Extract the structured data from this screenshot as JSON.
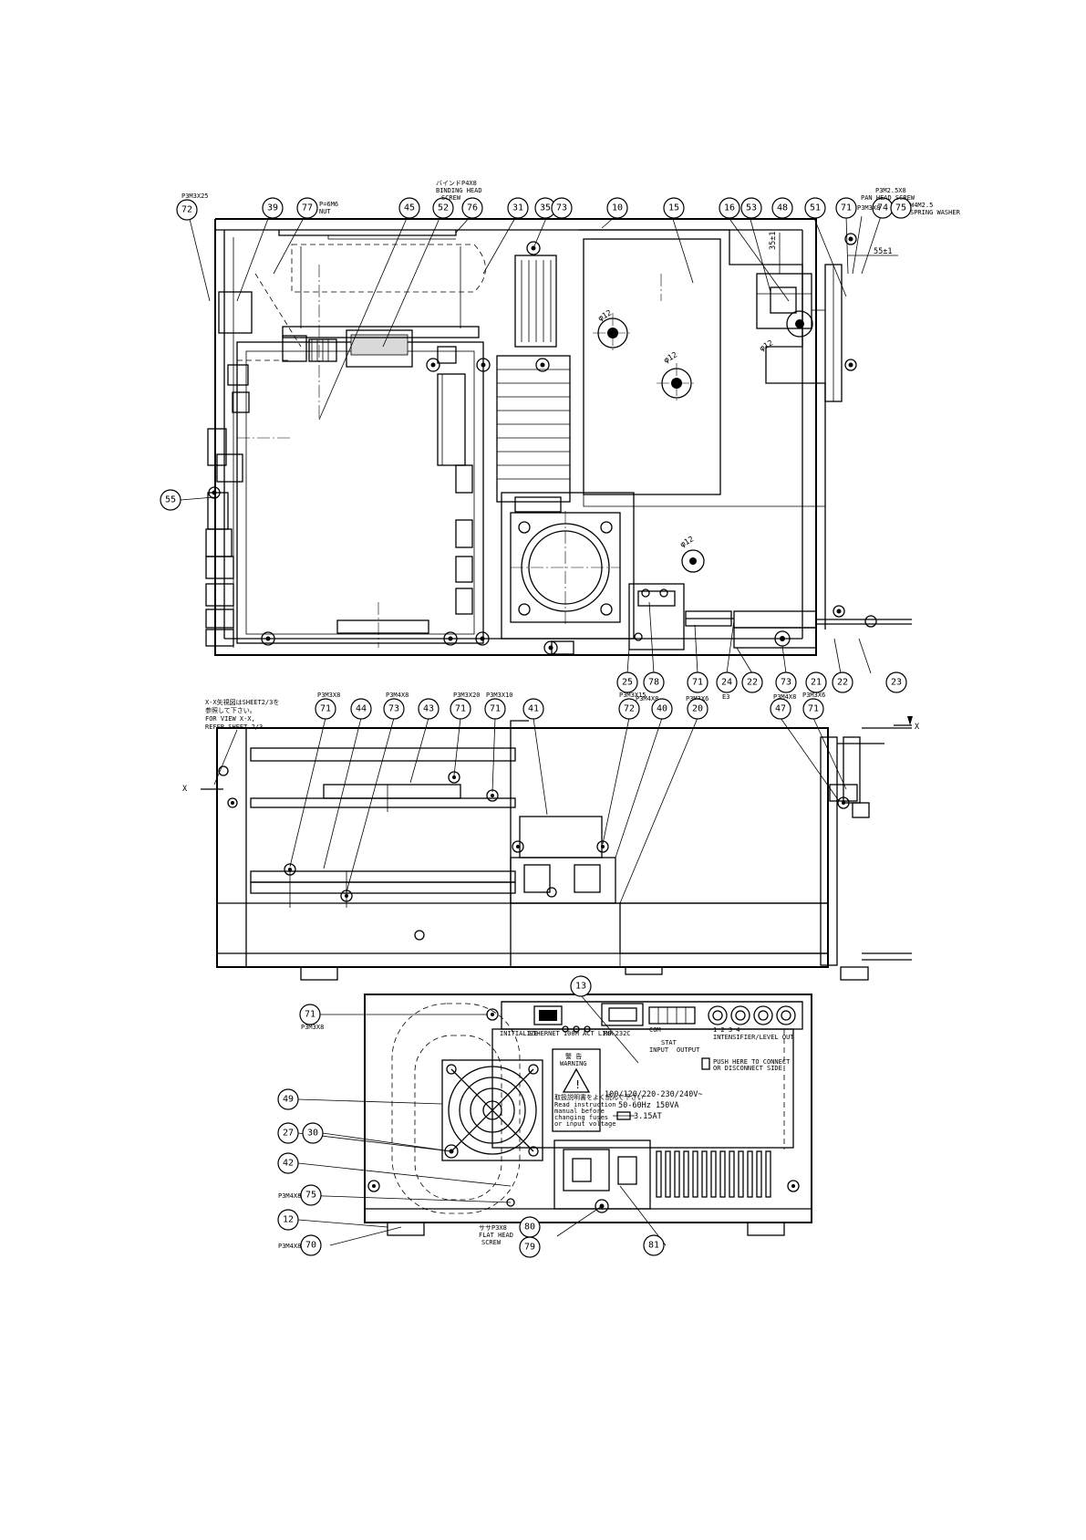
{
  "drawing": {
    "top_view": {
      "balloons": [
        {
          "id": "b-72",
          "text": "72"
        },
        {
          "id": "b-39",
          "text": "39"
        },
        {
          "id": "b-77",
          "text": "77"
        },
        {
          "id": "b-45",
          "text": "45"
        },
        {
          "id": "b-52",
          "text": "52"
        },
        {
          "id": "b-76",
          "text": "76"
        },
        {
          "id": "b-31",
          "text": "31"
        },
        {
          "id": "b-35",
          "text": "35"
        },
        {
          "id": "b-73",
          "text": "73"
        },
        {
          "id": "b-10",
          "text": "10"
        },
        {
          "id": "b-15",
          "text": "15"
        },
        {
          "id": "b-16",
          "text": "16"
        },
        {
          "id": "b-53",
          "text": "53"
        },
        {
          "id": "b-48",
          "text": "48"
        },
        {
          "id": "b-51",
          "text": "51"
        },
        {
          "id": "b-71",
          "text": "71"
        },
        {
          "id": "b-74",
          "text": "74"
        },
        {
          "id": "b-75",
          "text": "75"
        },
        {
          "id": "b-55",
          "text": "55"
        },
        {
          "id": "b-25",
          "text": "25"
        },
        {
          "id": "b-78",
          "text": "78"
        },
        {
          "id": "b-71b",
          "text": "71"
        },
        {
          "id": "b-24",
          "text": "24"
        },
        {
          "id": "b-22",
          "text": "22"
        },
        {
          "id": "b-73b",
          "text": "73"
        },
        {
          "id": "b-21",
          "text": "21"
        },
        {
          "id": "b-22b",
          "text": "22"
        },
        {
          "id": "b-23",
          "text": "23"
        }
      ],
      "notes": {
        "p3m3x25": "P3M3X25",
        "p3m6hnut_1": "P=6M6",
        "p3m6hnut_2": "NUT",
        "binding_1": "バインドP4X8",
        "binding_2": "BINDING HEAD",
        "binding_3": "SCREW",
        "p3m3x8": "P3M3X8",
        "panhead_1": "P3M2.5X8",
        "panhead_2": "PAN HEAD SCREW",
        "spring_1": "W4M2.5",
        "spring_2": "SPRING WASHER",
        "dim_35": "35±1",
        "dim_55": "55±1",
        "phi12_a": "φ12",
        "phi12_b": "φ12",
        "phi12_c": "φ12",
        "phi12_d": "φ12",
        "p3m4x8": "P3M4X8",
        "p3m3x6": "P3M3X6",
        "e3": "E3",
        "p3m4x8b": "P3M4X8"
      }
    },
    "front_view": {
      "balloons": [
        {
          "id": "f-71a",
          "text": "71"
        },
        {
          "id": "f-44",
          "text": "44"
        },
        {
          "id": "f-73",
          "text": "73"
        },
        {
          "id": "f-43",
          "text": "43"
        },
        {
          "id": "f-71b",
          "text": "71"
        },
        {
          "id": "f-71c",
          "text": "71"
        },
        {
          "id": "f-41",
          "text": "41"
        },
        {
          "id": "f-72",
          "text": "72"
        },
        {
          "id": "f-40",
          "text": "40"
        },
        {
          "id": "f-20",
          "text": "20"
        },
        {
          "id": "f-47",
          "text": "47"
        },
        {
          "id": "f-71d",
          "text": "71"
        }
      ],
      "notes": {
        "section_1": "X-X矢視図はSHEET2/3を",
        "section_2": "参照して下さい。",
        "section_3": "FOR VIEW X-X,",
        "section_4": "REFER SHEET 2/3.",
        "p3m3x8": "P3M3X8",
        "p3m4x8": "P3M4X8",
        "p3m3x20": "P3M3X20",
        "p3m3x10": "P3M3X10",
        "p3m3x15": "P3M3X15",
        "p3m3x6": "P3M3X6",
        "x_left": "X",
        "x_right": "X"
      }
    },
    "rear_view": {
      "balloons": [
        {
          "id": "r-13",
          "text": "13"
        },
        {
          "id": "r-71",
          "text": "71"
        },
        {
          "id": "r-49",
          "text": "49"
        },
        {
          "id": "r-27",
          "text": "27"
        },
        {
          "id": "r-30",
          "text": "30"
        },
        {
          "id": "r-42",
          "text": "42"
        },
        {
          "id": "r-75",
          "text": "75"
        },
        {
          "id": "r-12",
          "text": "12"
        },
        {
          "id": "r-70",
          "text": "70"
        },
        {
          "id": "r-80",
          "text": "80"
        },
        {
          "id": "r-79",
          "text": "79"
        },
        {
          "id": "r-81",
          "text": "81"
        }
      ],
      "notes": {
        "p3m3x8": "P3M3X8",
        "p3m4x8": "P3M4X8",
        "p3m4x8b": "P3M4X8",
        "flat_1": "ササP3X8",
        "flat_2": "FLAT HEAD",
        "flat_3": "SCREW"
      },
      "panel_labels": {
        "initialize": "INITIALIZE",
        "ethernet": "ETHERNET 100M ACT LINK",
        "rs232c": "RS-232C",
        "com": "COM",
        "stat": "STAT",
        "input": "INPUT",
        "output": "OUTPUT",
        "channels": "1   2   3   4",
        "channel_title": "INTENSIFIER/LEVEL OUT",
        "push": "PUSH HERE TO CONNECT",
        "disconnect": "OR DISCONNECT SIDE"
      },
      "warning": {
        "title_jp": "警 告",
        "title_en": "WARNING",
        "body_jp": "取扱説明書をよく読んで下さい",
        "l1": "Read instruction",
        "l2": "manual before",
        "l3": "changing fuses",
        "l4": "or input voltage"
      },
      "rating": {
        "voltage": "100/120/220-230/240V~",
        "freq_power": "50-60Hz 150VA",
        "fuse": "3.15AT"
      }
    }
  }
}
